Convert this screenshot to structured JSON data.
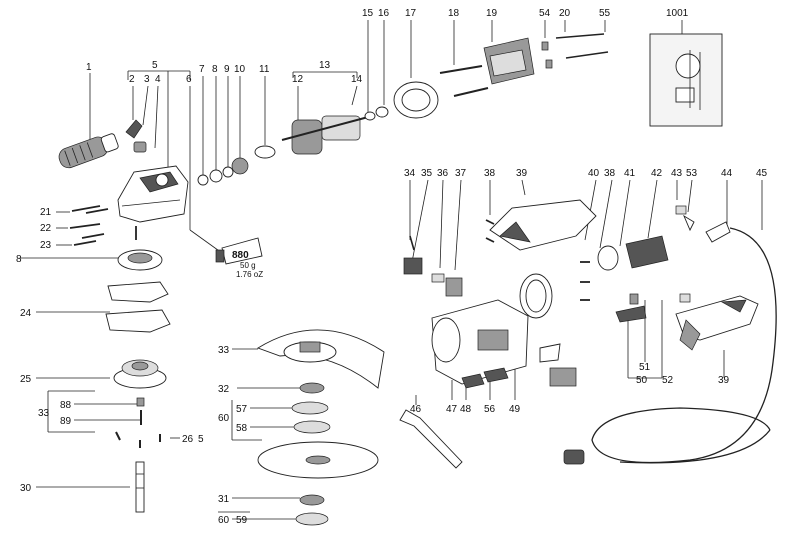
{
  "callouts": {
    "c1": "1",
    "c2": "2",
    "c3": "3",
    "c4": "4",
    "c5": "5",
    "c6": "6",
    "c7": "7",
    "c8": "8",
    "c9": "9",
    "c10": "10",
    "c11": "11",
    "c12": "12",
    "c13": "13",
    "c14": "14",
    "c15": "15",
    "c16": "16",
    "c17": "17",
    "c18": "18",
    "c19": "19",
    "c20": "20",
    "c21": "21",
    "c22": "22",
    "c23": "23",
    "c24": "24",
    "c25": "25",
    "c26": "26",
    "c30": "30",
    "c31": "31",
    "c32": "32",
    "c33": "33",
    "c34": "34",
    "c35": "35",
    "c36": "36",
    "c37": "37",
    "c38": "38",
    "c39": "39",
    "c40": "40",
    "c41": "41",
    "c42": "42",
    "c43": "43",
    "c44": "44",
    "c45": "45",
    "c46": "46",
    "c47": "47",
    "c48": "48",
    "c49": "49",
    "c50": "50",
    "c51": "51",
    "c52": "52",
    "c53": "53",
    "c54": "54",
    "c55": "55",
    "c56": "56",
    "c57": "57",
    "c58": "58",
    "c59": "59",
    "c60": "60",
    "c88": "88",
    "c89": "89",
    "c1001": "1001"
  },
  "grease": {
    "code": "880",
    "weight_g": "50 g",
    "weight_oz": "1.76 oZ"
  }
}
